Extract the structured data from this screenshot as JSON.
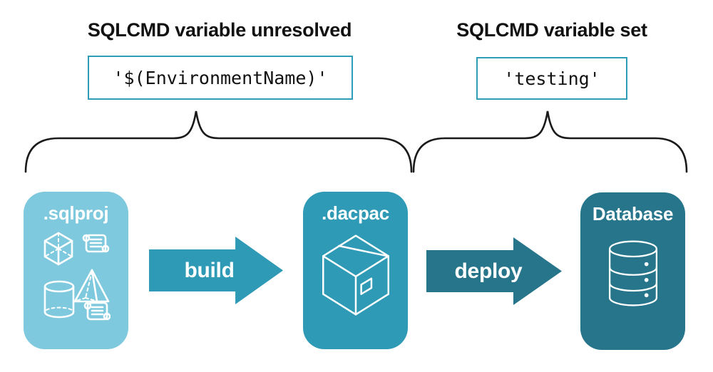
{
  "annotations": {
    "unresolved": {
      "title": "SQLCMD variable unresolved",
      "code": "'$(EnvironmentName)'"
    },
    "resolved": {
      "title": "SQLCMD variable set",
      "code": "'testing'"
    }
  },
  "pipeline": {
    "nodes": {
      "sqlproj": {
        "label": ".sqlproj",
        "color": "#7ec9dd",
        "icon": "sql-objects-icon"
      },
      "dacpac": {
        "label": ".dacpac",
        "color": "#2e9ab5",
        "icon": "package-box-icon"
      },
      "database": {
        "label": "Database",
        "color": "#26758a",
        "icon": "database-icon"
      }
    },
    "arrows": {
      "build": {
        "label": "build",
        "color": "#2e9ab5"
      },
      "deploy": {
        "label": "deploy",
        "color": "#26758a"
      }
    }
  },
  "colors": {
    "code_box_border": "#2f9db8",
    "brace_stroke": "#1a1a1a",
    "heading_text": "#111111",
    "code_text": "#111111",
    "node_label_text": "#ffffff",
    "background": "#ffffff"
  }
}
